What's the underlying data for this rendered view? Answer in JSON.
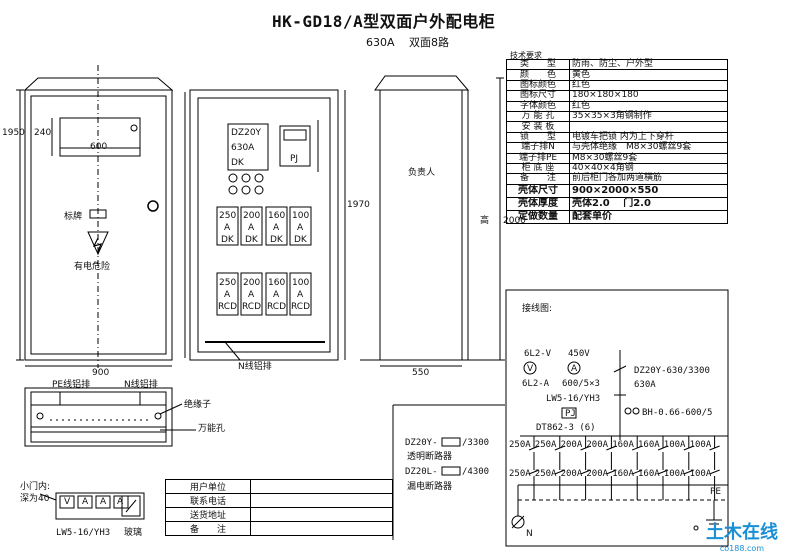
{
  "title": "HK-GD18/A型双面户外配电柜",
  "subtitle": "630A　 双面8路",
  "front_view": {
    "dim_height": "1950",
    "dim_240": "240",
    "dim_600": "600",
    "dim_width": "900",
    "label_plate": "标牌",
    "label_warning": "有电危险"
  },
  "inner_view": {
    "main_breaker": [
      "DZ20Y",
      "630A",
      "DK"
    ],
    "meter": "PJ",
    "dim_1970": "1970",
    "row1": [
      {
        "a": "250",
        "b": "A",
        "c": "DK"
      },
      {
        "a": "200",
        "b": "A",
        "c": "DK"
      },
      {
        "a": "160",
        "b": "A",
        "c": "DK"
      },
      {
        "a": "100",
        "b": "A",
        "c": "DK"
      }
    ],
    "row2": [
      {
        "a": "250",
        "b": "A",
        "c": "RCD"
      },
      {
        "a": "200",
        "b": "A",
        "c": "RCD"
      },
      {
        "a": "160",
        "b": "A",
        "c": "RCD"
      },
      {
        "a": "100",
        "b": "A",
        "c": "RCD"
      }
    ],
    "n_busbar": "N线铝排"
  },
  "side_view": {
    "label_person": "负责人",
    "label_height": "高",
    "dim_2000": "2000",
    "dim_550": "550"
  },
  "plan_view": {
    "pe_bar": "PE线铝排",
    "n_bar": "N线铝排",
    "insulator": "绝缘子",
    "hole": "万能孔"
  },
  "small_door": {
    "label": "小门内:",
    "depth": "深为40",
    "switches": [
      "V",
      "A",
      "A",
      "A"
    ],
    "lw5": "LW5-16/YH3",
    "glass": "玻璃"
  },
  "tech": {
    "caption": "技术要求",
    "rows": [
      {
        "k": "类　　型",
        "v": "防雨、防尘、户外型"
      },
      {
        "k": "颜　　色",
        "v": "黄色"
      },
      {
        "k": "图标颜色",
        "v": "红色"
      },
      {
        "k": "图标尺寸",
        "v": "180×180×180"
      },
      {
        "k": "字体颜色",
        "v": "红色"
      },
      {
        "k": "万 能 孔",
        "v": "35×35×3角钢制作"
      },
      {
        "k": "安 装 板",
        "v": ""
      },
      {
        "k": "锁　　型",
        "v": "电镀车把锁 内为上下穿杆"
      },
      {
        "k": "端子排N",
        "v": "与壳体绝缘　M8×30螺丝9套"
      },
      {
        "k": "端子排PE",
        "v": "M8×30螺丝9套"
      },
      {
        "k": "柜 底 座",
        "v": "40×40×4角钢"
      },
      {
        "k": "备　　注",
        "v": "前后柜门各加两道横筋"
      }
    ],
    "big_rows": [
      {
        "k": "壳体尺寸",
        "v": "900×2000×550"
      },
      {
        "k": "壳体厚度",
        "v": "壳体2.0　 门2.0"
      },
      {
        "k": "定做数量",
        "v": "配套单价"
      }
    ]
  },
  "wiring": {
    "caption": "接线图:",
    "v_label": "6L2-V",
    "v_value": "450V",
    "a_label": "6L2-A",
    "a_value": "600/5×3",
    "lw5": "LW5-16/YH3",
    "main_brk": "DZ20Y-630/3300",
    "main_amp": "630A",
    "pj": "PJ",
    "bh": "BH-0.66-600/5",
    "dt": "DT862-3 (6)",
    "top_amps": [
      "250A",
      "250A",
      "200A",
      "200A",
      "160A",
      "160A",
      "100A",
      "100A"
    ],
    "bot_amps": [
      "250A",
      "250A",
      "200A",
      "200A",
      "160A",
      "160A",
      "100A",
      "100A"
    ],
    "n_label": "N",
    "pe_label": "PE"
  },
  "legend": {
    "dz20y": "DZ20Y-",
    "dz20y_num": "/3300",
    "dz20y_name": "透明断路器",
    "dz20l": "DZ20L-",
    "dz20l_num": "/4300",
    "dz20l_name": "漏电断路器"
  },
  "bottom": {
    "rows": [
      {
        "k": "用户单位",
        "v": ""
      },
      {
        "k": "联系电话",
        "v": ""
      },
      {
        "k": "送货地址",
        "v": ""
      },
      {
        "k": "备　　注",
        "v": ""
      }
    ]
  },
  "watermark": {
    "main": "土木在线",
    "sub": "co188.com"
  }
}
